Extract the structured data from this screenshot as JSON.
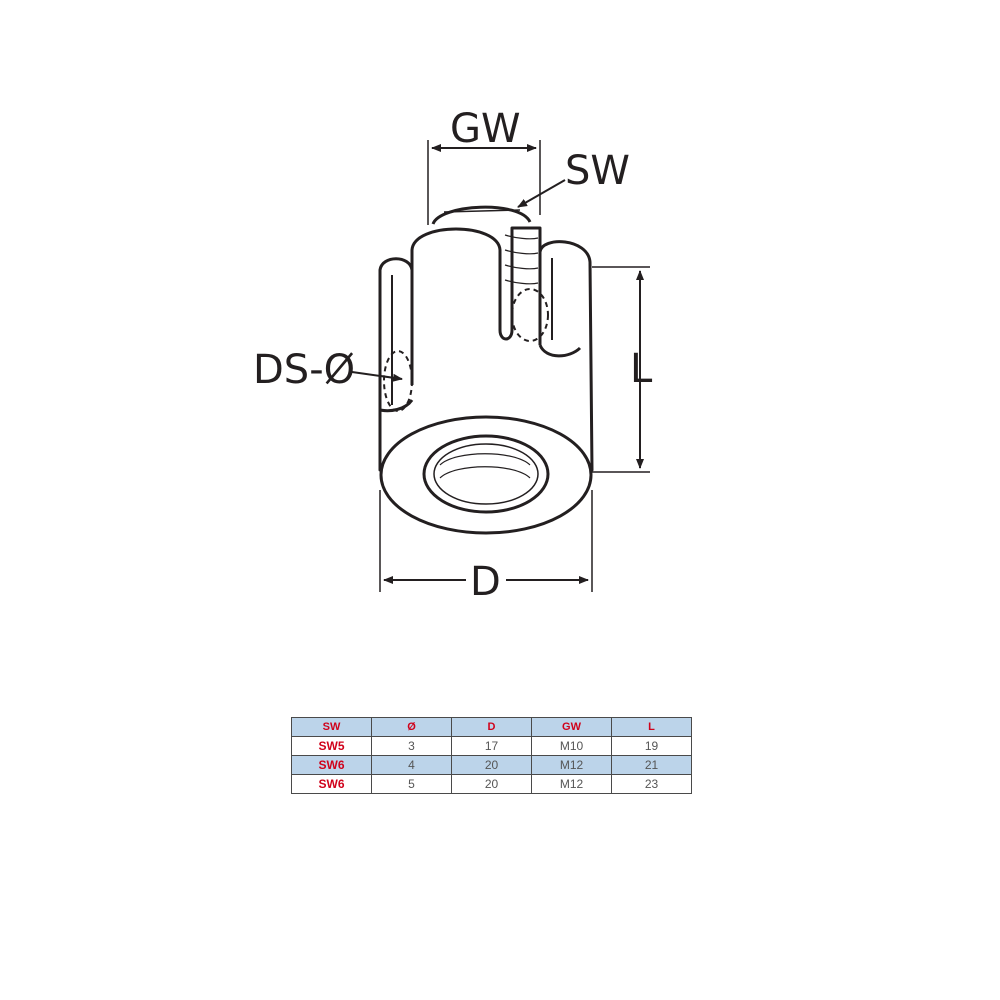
{
  "diagram": {
    "labels": {
      "gw": "GW",
      "sw": "SW",
      "ds": "DS-Ø",
      "l": "L",
      "d": "D"
    }
  },
  "table": {
    "headers": [
      "SW",
      "Ø",
      "D",
      "GW",
      "L"
    ],
    "rows": [
      [
        "SW5",
        "3",
        "17",
        "M10",
        "19"
      ],
      [
        "SW6",
        "4",
        "20",
        "M12",
        "21"
      ],
      [
        "SW6",
        "5",
        "20",
        "M12",
        "23"
      ]
    ]
  },
  "colors": {
    "header_fill": "#bcd4ea",
    "code_text": "#d0021b",
    "line": "#231f20"
  }
}
